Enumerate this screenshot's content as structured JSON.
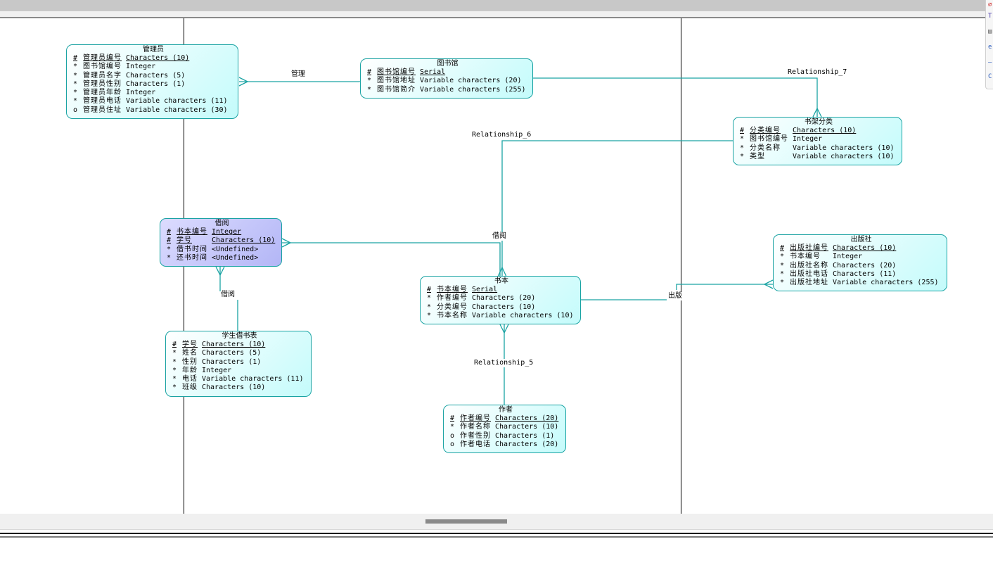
{
  "window": {
    "side_panel_glyphs": [
      "⌀",
      "T",
      "▤",
      "e",
      "—",
      "C"
    ]
  },
  "entities": {
    "admin": {
      "name": "管理员",
      "attributes": [
        {
          "mark": "#",
          "name": "管理员编号",
          "type": "Characters (10)",
          "pk": true
        },
        {
          "mark": "*",
          "name": "图书馆编号",
          "type": "Integer"
        },
        {
          "mark": "*",
          "name": "管理员名字",
          "type": "Characters (5)"
        },
        {
          "mark": "*",
          "name": "管理员性别",
          "type": "Characters (1)"
        },
        {
          "mark": "*",
          "name": "管理员年龄",
          "type": "Integer"
        },
        {
          "mark": "*",
          "name": "管理员电话",
          "type": "Variable characters (11)"
        },
        {
          "mark": "o",
          "name": "管理员住址",
          "type": "Variable characters (30)"
        }
      ]
    },
    "library": {
      "name": "图书馆",
      "attributes": [
        {
          "mark": "#",
          "name": "图书馆编号",
          "type": "Serial",
          "pk": true
        },
        {
          "mark": "*",
          "name": "图书馆地址",
          "type": "Variable characters (20)"
        },
        {
          "mark": "*",
          "name": "图书馆简介",
          "type": "Variable characters (255)"
        }
      ]
    },
    "shelf": {
      "name": "书架分类",
      "attributes": [
        {
          "mark": "#",
          "name": "分类编号",
          "type": "Characters (10)",
          "pk": true
        },
        {
          "mark": "*",
          "name": "图书馆编号",
          "type": "Integer"
        },
        {
          "mark": "*",
          "name": "分类名称",
          "type": "Variable characters (10)"
        },
        {
          "mark": "*",
          "name": "类型",
          "type": "Variable characters (10)"
        }
      ]
    },
    "borrow": {
      "name": "借阅",
      "attributes": [
        {
          "mark": "#",
          "name": "书本编号",
          "type": "Integer",
          "pk": true
        },
        {
          "mark": "#",
          "name": "学号",
          "type": "Characters (10)",
          "pk": true
        },
        {
          "mark": "*",
          "name": "借书时间",
          "type": "<Undefined>"
        },
        {
          "mark": "*",
          "name": "还书时间",
          "type": "<Undefined>"
        }
      ]
    },
    "book": {
      "name": "书本",
      "attributes": [
        {
          "mark": "#",
          "name": "书本编号",
          "type": "Serial",
          "pk": true
        },
        {
          "mark": "*",
          "name": "作者编号",
          "type": "Characters (20)"
        },
        {
          "mark": "*",
          "name": "分类编号",
          "type": "Characters (10)"
        },
        {
          "mark": "*",
          "name": "书本名称",
          "type": "Variable characters (10)"
        }
      ]
    },
    "publisher": {
      "name": "出版社",
      "attributes": [
        {
          "mark": "#",
          "name": "出版社编号",
          "type": "Characters (10)",
          "pk": true
        },
        {
          "mark": "*",
          "name": "书本编号",
          "type": "Integer"
        },
        {
          "mark": "*",
          "name": "出版社名称",
          "type": "Characters (20)"
        },
        {
          "mark": "*",
          "name": "出版社电话",
          "type": "Characters (11)"
        },
        {
          "mark": "*",
          "name": "出版社地址",
          "type": "Variable characters (255)"
        }
      ]
    },
    "student": {
      "name": "学生借书表",
      "attributes": [
        {
          "mark": "#",
          "name": "学号",
          "type": "Characters (10)",
          "pk": true
        },
        {
          "mark": "*",
          "name": "姓名",
          "type": "Characters (5)"
        },
        {
          "mark": "*",
          "name": "性别",
          "type": "Characters (1)"
        },
        {
          "mark": "*",
          "name": "年龄",
          "type": "Integer"
        },
        {
          "mark": "*",
          "name": "电话",
          "type": "Variable characters (11)"
        },
        {
          "mark": "*",
          "name": "班级",
          "type": "Characters (10)"
        }
      ]
    },
    "author": {
      "name": "作者",
      "attributes": [
        {
          "mark": "#",
          "name": "作者编号",
          "type": "Characters (20)",
          "pk": true
        },
        {
          "mark": "*",
          "name": "作者名称",
          "type": "Characters (10)"
        },
        {
          "mark": "o",
          "name": "作者性别",
          "type": "Characters (1)"
        },
        {
          "mark": "o",
          "name": "作者电话",
          "type": "Characters (20)"
        }
      ]
    }
  },
  "relationships": {
    "manage": "管理",
    "rel7": "Relationship_7",
    "rel6": "Relationship_6",
    "borrow_book": "借阅",
    "borrow_student": "借阅",
    "publish": "出版",
    "rel5": "Relationship_5"
  },
  "colors": {
    "line": "#1aa3a3",
    "entity_fill": "#c4fbfb",
    "selected_fill": "#b3b6f6"
  }
}
